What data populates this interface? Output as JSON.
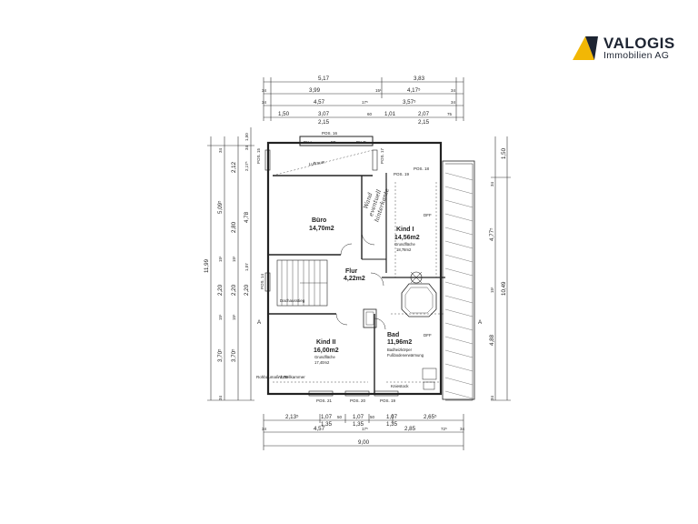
{
  "brand": {
    "name": "VALOGIS",
    "subtitle": "Immobilien AG",
    "colors": {
      "yellow": "#f2b705",
      "dark": "#1d2432"
    }
  },
  "rooms": {
    "buero": {
      "name": "Büro",
      "area": "14,70m2"
    },
    "kind1": {
      "name": "Kind I",
      "area": "14,56m2",
      "ground_label": "Grundfläche",
      "ground_value": "18,78m2"
    },
    "flur": {
      "name": "Flur",
      "area": "4,22m2"
    },
    "kind2": {
      "name": "Kind II",
      "area": "16,00m2",
      "ground_label": "Grundfläche",
      "ground_value": "17,40m2"
    },
    "bad": {
      "name": "Bad",
      "area": "11,96m2"
    }
  },
  "annotations": {
    "handwritten": [
      "Wand",
      "eventuell",
      "hinterkante"
    ],
    "luftraum": "Luftraum",
    "dff1": "DFF",
    "dff2": "DFF",
    "dachaus": "Dachausstieg",
    "bad_note1": "Badheizkörper",
    "bad_note2": "Fußbodenerwärmung",
    "pos": [
      "POS. 16",
      "POS. 15",
      "POS. 17",
      "POS. 18",
      "POS. 19",
      "POS. 14",
      "POS. 21",
      "POS. 20",
      "POS. 19"
    ],
    "marks": [
      "DK.L",
      "DK.R",
      "FF",
      "A",
      "A"
    ],
    "small_notes": [
      "Abstellkammer",
      "Kniestock",
      "Rohbaumaß 2,70"
    ]
  },
  "dims_top": {
    "row1": [
      "5,17",
      "3,83"
    ],
    "row2": [
      "34",
      "3,99",
      "15¹",
      "4,17⁵",
      "34"
    ],
    "row3": [
      "34",
      "4,57",
      "17⁵",
      "3,57⁵",
      "34"
    ],
    "row4": [
      "1,50",
      "3,07",
      "60",
      "1,01",
      "2,07",
      "75"
    ],
    "row4b": [
      "2,15",
      "2,15"
    ]
  },
  "dims_bottom": {
    "row1": [
      "2,13⁵",
      "1,07",
      "50",
      "1,07",
      "50",
      "1,07",
      "2,65⁵"
    ],
    "row1b": [
      "1,35",
      "1,35",
      "1,35"
    ],
    "row2": [
      "34",
      "4,57",
      "17⁵",
      "2,85",
      "72⁵",
      "34"
    ],
    "row3": [
      "9,00"
    ]
  },
  "dims_left": {
    "total": "11,99",
    "col1": [
      "34",
      "5,09⁵",
      "15¹",
      "2,20",
      "15¹",
      "3,70⁵",
      "34"
    ],
    "col2": [
      "2,12",
      "2,80",
      "15¹",
      "2,20",
      "15¹",
      "3,70⁵"
    ],
    "col3": [
      "34",
      "2,17⁵",
      "4,78",
      "1,07",
      "2,20",
      "1,50"
    ]
  },
  "dims_right": {
    "col1": [
      "34",
      "4,77⁵",
      "15¹",
      "4,88",
      "34"
    ],
    "col2": [
      "1,50",
      "10,49"
    ]
  }
}
